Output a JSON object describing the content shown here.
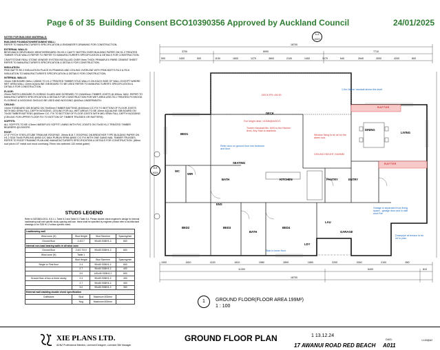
{
  "header": {
    "page_label": "Page 6 of 35",
    "consent": "Building Consent BCO10390356 Approved by Auckland Council",
    "date": "24/01/2025",
    "color": "#2e7d32"
  },
  "notes": {
    "title": "NOTES FOR BUILDING MATERIALS:",
    "sections": [
      {
        "heading": "BUILDING FOUNDATION/RETAINING WALL:",
        "body": "REFER TO MANUFACTURER'S SPECIFICATION & ENGINEER'S DRAWING FOR CONSTRUCTION."
      },
      {
        "heading": "EXTERNAL WALLS:",
        "body": "BEVELBACK BEVELBACK WEATHERBOARD ON H3.1 CAVITY BATTEN OVER BUILDING PAPER ON H1.2 TREATED TIMBER STUD WALLS REFER TO REFER TO MANUFACTURER'S SPECIFICATION & DETAILS FOR CONSTRUCTION."
      },
      {
        "heading": "",
        "body": "CRAFTSTONE REAL STONE VENEER SYSTEM INSTALLED OVER 9mm THICK PRIMAFLEX FIBRE CEMENT SHEET REFER TO MANUFACTURER'S SPECIFICATION & DETAILS FOR CONSTRUCTION."
      },
      {
        "heading": "INSULATION:",
        "body": "PINK BATTS R2.2 INSULATION PLACE IN FRAMING AND CEILING OVERLINE WITH PINK BATTS R4.0 & R3.6 INSULATION TO MANUFACTURER'S SPECIFICATION & DETAILS FOR CONSTRUCTION."
      },
      {
        "heading": "INTERNAL WALLS:",
        "body": "10mm GIB BOARD WALL LINING TO H1.2 TREATED TIMBER STUD WALLS ON EACH SIDE OF WALL EXCEPT WHERE WET AREA WALL 10mm AQUALINE GIB BOARD TO BE USED REFER TO MANUFACTURER'S SPECIFICATION & DETAILS FOR CONSTRUCTION."
      },
      {
        "heading": "FLOOR:",
        "body": "20mm PARTICLEBOARD FLOORING GLUED AND SCREWED TO 240x90mm TIMBER JOISTS @ 400crs. MAX. REFER TO MANUFACTURER'S SPECIFICATION & DETAILS FOR CONSTRUCTION FOR WET AREA USE H3.1 TREATED PLYWOOD FLOORING & NOGGING SHOULD BE USED AND NOGGING @400c/c UNDERNEATH."
      },
      {
        "heading": "CEILING:",
        "body": "13mm STANDARD GIB BOARD ON 70x90mm TIMBER BATTENS @400mm C/C FIX TO BOTTOM OF FLOOR JOISTS WITH MID-SPAN FULL DEPTH NOGGING, CEILING FOR ALL WET AREAS TO BE 10mm AQUALINE GIB BOARD ON 70x35 TIMBER BATTENS @400mm C/C. FIX TO BOTTOM OF FLOOR JOISTS WITH MID-SPAN FULL DEPTH NOGGING (CEILING FOR UPPER FLOOR FIX TO BOTTOM OF TIMBER TRUSSES OR RAFTERS)."
      },
      {
        "heading": "SOFFITS:",
        "body": "ALL SOFFITS TO BE 4.5mm HARDIFLEX SOFFIT LINING WITH PVC JOINTS ON 70x35 H1.2 TREATED TIMBER BEARERS @1200CRS."
      },
      {
        "heading": "ROOF:",
        "body": "27.5° PITCH STEEL/ZTUBE TRIMLINE ROOFING .35mm B.M.T. ROOFING ON BREATHER TYPE BUILDING PAPER ON H1.2 SG8 70x45 PURLINS @900 C/C MAX PURLIN SPAN @900 C/C FIX WITH ONE GANG NAIL TIMBER TRUSSES, REFER TO ROOF FRAMING PLAN AND MANUFACTURER'S SPECIFICATION & DETAILS FOR CONSTRUCTION. (When roof pitch<10° metal roof must overhang 70mm into selected 120 metal gutter)"
      }
    ]
  },
  "studs": {
    "title": "STUDS LEGEND",
    "note": "Refer to NZS3604:2011, 8.5.1.1, Table 8.2 and Table 8.3 Table 8.4. Please double check engineer's design for internal loadbearing wall and specific study spacing wall size. these shall be specified by engineer please refer to architectural drawings to be SG8 H1.2 unless specific noted.",
    "col_headers": [
      "",
      "Stud Height",
      "Stud Size",
      "Spacing/mm"
    ],
    "rows": [
      {
        "type": "span",
        "label": "Loadbearing wall"
      },
      {
        "cells": [
          "Wind zone (H)",
          "Stud Height",
          "Stud Size/mm",
          "Spacing/mm"
        ]
      },
      {
        "cells": [
          "Ground floor",
          "2.4/2.7",
          "90x45 SG8H1.2",
          "600"
        ]
      },
      {
        "type": "span",
        "label": "Internal non-load bearing walls in all wind zone"
      },
      {
        "cells": [
          "Ground floor",
          "2.4/2.7/3.0",
          "90x45 SG8H1.2",
          "600"
        ]
      },
      {
        "cells": [
          "Wind zone (H)",
          "Table 1",
          "",
          ""
        ]
      },
      {
        "cells": [
          "",
          "Stud Height",
          "Stud Size/mm",
          "Spacing/mm"
        ]
      },
      {
        "cells": [
          "Single or First floor",
          "2.4",
          "90x45 SG8H1.2",
          "600"
        ]
      },
      {
        "cells": [
          "",
          "2.7",
          "90x45 SG8H1.2",
          "400"
        ]
      },
      {
        "cells": [
          "",
          "3.0",
          "140x45 SG8H1.2",
          "600"
        ]
      },
      {
        "cells": [
          "Ground floor of two or three storey",
          "2.4",
          "90x45 SG8H1.2",
          "400"
        ]
      },
      {
        "cells": [
          "",
          "2.7",
          "90x45 SG8H1.2",
          "400"
        ]
      },
      {
        "cells": [
          "",
          "3.0",
          "90x45 SG8H1.2",
          "300"
        ]
      },
      {
        "type": "span",
        "label": "External wall cladding double check specification"
      },
      {
        "cells": [
          "Craftstone",
          "Stud",
          "Maximum 400mm",
          ""
        ]
      },
      {
        "cells": [
          "",
          "Nog",
          "Maximum 600mm",
          ""
        ]
      }
    ]
  },
  "plan": {
    "section_tag_top": "A-A",
    "section_tag_top_sheet": "A023",
    "section_tag_left": "B-B",
    "section_tag_left_sheet": "A024",
    "overall_width_top": "18700",
    "overall_width_bottom": "18700",
    "top_dims": [
      "3700",
      "8090",
      "7710"
    ],
    "top_dims_row2": [
      "500",
      "2400",
      "500",
      "1100",
      "1600",
      "1270",
      "3600",
      "2100",
      "1400",
      "3170",
      "640",
      "2640",
      "3000",
      "4200",
      "800"
    ],
    "bottom_dims": [
      "11390",
      "6400",
      "810"
    ],
    "bottom_dims_row2": [
      "1900",
      "1810",
      "1100",
      "1810",
      "1980",
      "2890",
      "1850",
      "2200",
      "3340",
      "2100",
      "650"
    ],
    "rooms": {
      "bed1": "BED1",
      "wir": "WIR",
      "bed2": "BED2",
      "bed3": "BED3",
      "bed4": "BED4",
      "bath1": "BATH",
      "bath2": "BATH",
      "ens": "ENS",
      "deck": "DECK",
      "dining": "DINING",
      "living": "LIVING",
      "kitchen": "KITCHEN",
      "pantry": "PANTRY",
      "entry": "ENTRY",
      "garage": "GARAGE",
      "lau": "LAU",
      "seating": "SEATING",
      "wc": "WC",
      "ldy": "LDY"
    },
    "tags": {
      "rafter_top": "RAFTER",
      "rafter_mid": "RAFTER",
      "deck_ffl": "DECK FFL=69.90",
      "ceiling_height": "CEILING HEIGHT 2400MM",
      "full_height": "Full height deck / 4GMb@400C/C"
    },
    "notes": {
      "blue_top": "1.0m Higher handrail above this level",
      "blue_mid": "Refer door on ground floor into bedroom and door",
      "red_deck": "Timber Handrail Min 1000 to the Kitchen level, Any Stair to stainless",
      "red_window": "Window fixing to be all for fire alarm lock",
      "red_garage": "Garage is separated from living space - garage door and in wall stud Fire",
      "red_right": "Downpipe at terrace to be ref to plan",
      "red_bottom": "Stair to lower floor"
    }
  },
  "footer": {
    "circle_ref": "1",
    "floor_label": "GROUND FLOOR(FLOOR AREA 199M²)",
    "scale": "1 : 100",
    "company": "XIE PLANS LTD.",
    "company_sub": "ADNZ Professional Member, Licensed Designer, Licensed Site Manager",
    "sheet_title": "GROUND FLOOR PLAN",
    "revision": "1 13.12.24",
    "address": "17 AWANUI ROAD RED BEACH",
    "dwg_label": "DWG:",
    "dwg_number": "A011",
    "dwg_date": "1:100@A2"
  }
}
